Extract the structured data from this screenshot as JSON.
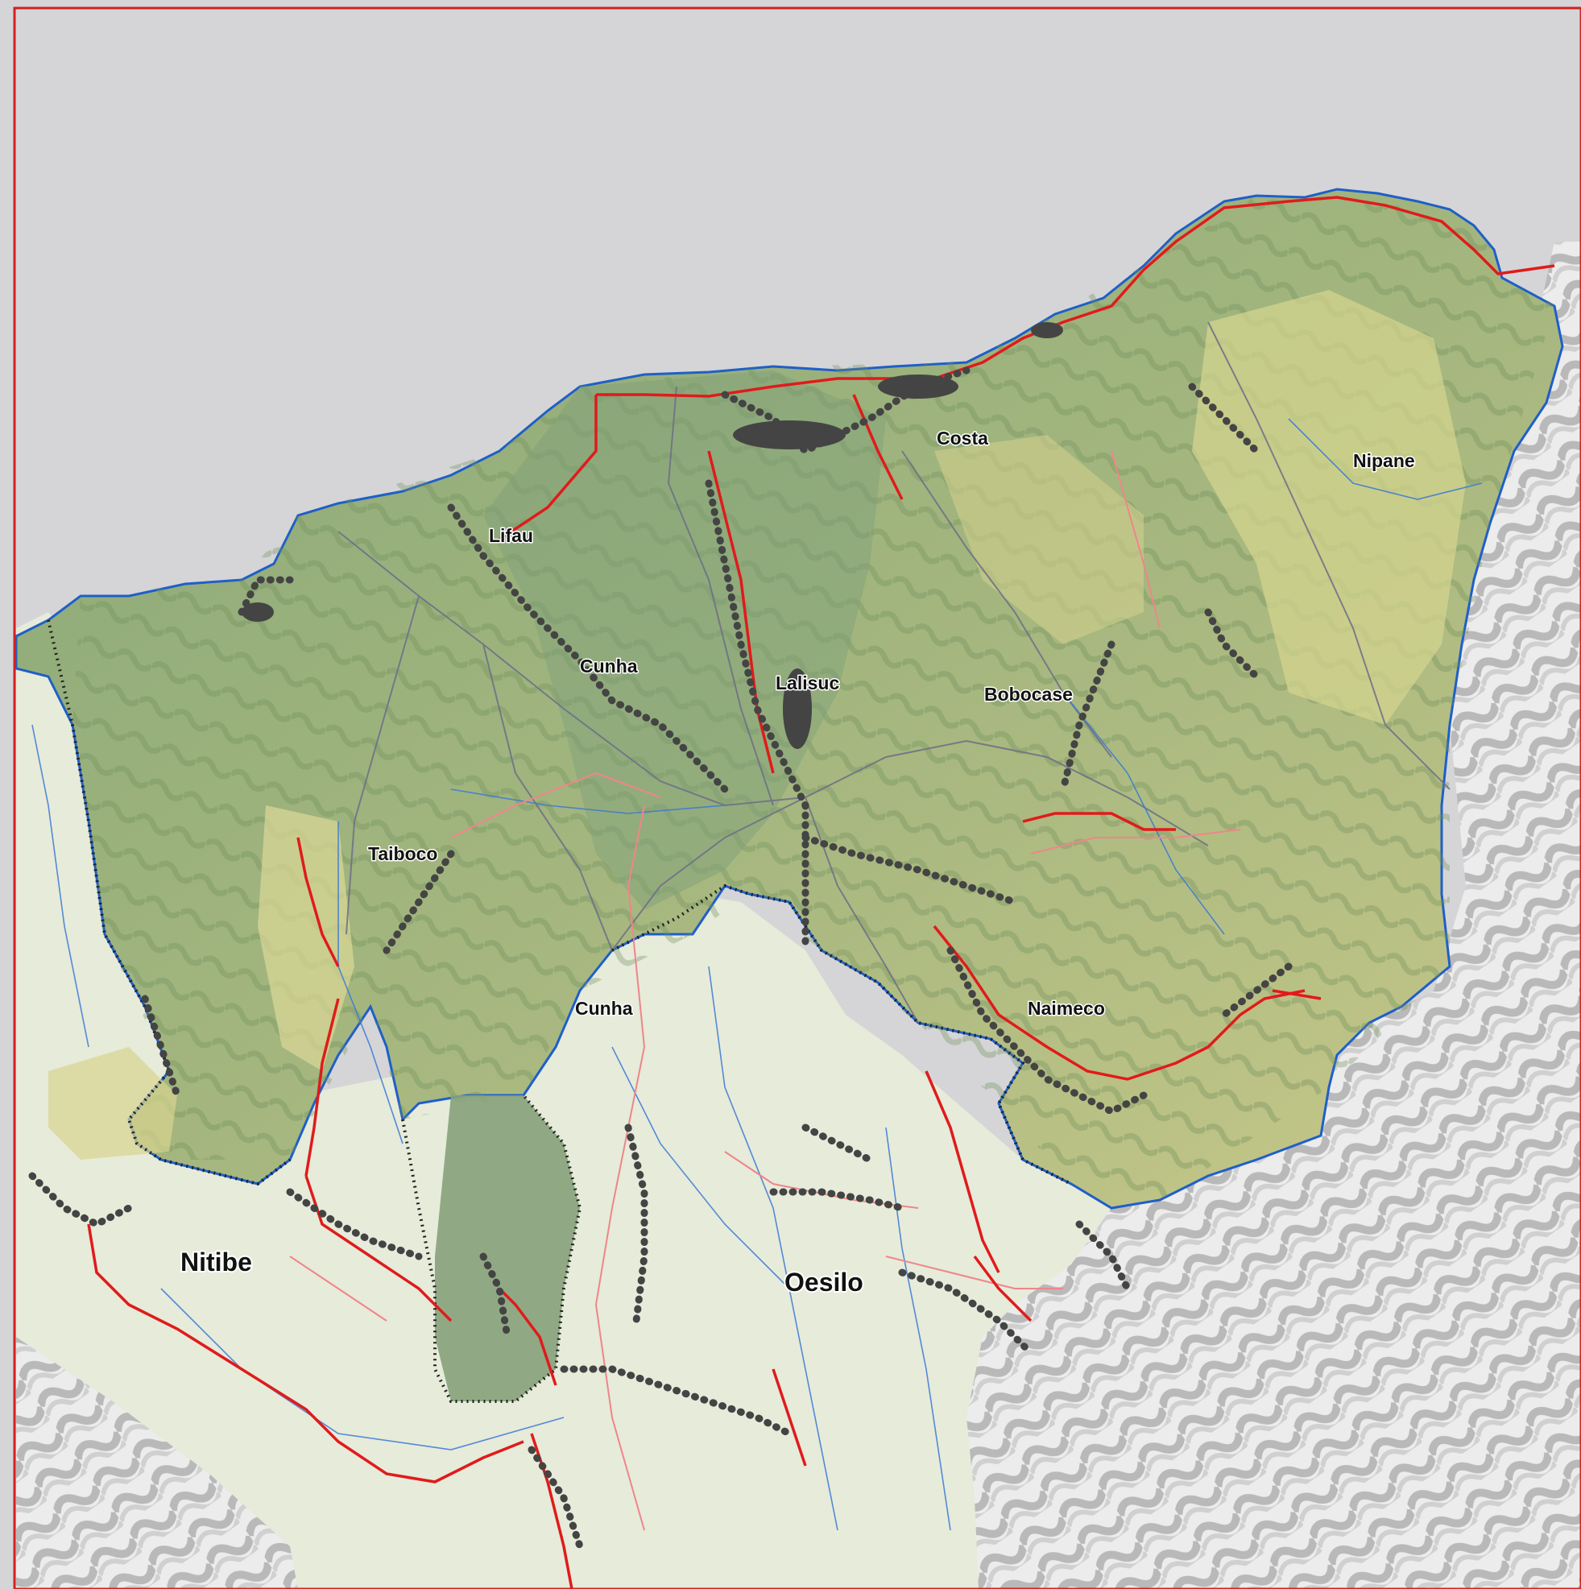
{
  "map": {
    "colors": {
      "sea": "#d5d5d7",
      "border_frame": "#d42020",
      "coastline": "#1f5fc8",
      "district_fill": "#8fae7a",
      "district_fill_light": "#cfd79a",
      "outside_fill": "#e7ecdc",
      "relief": "#9a9a9a",
      "main_road": "#e01b1b",
      "minor_road": "#f0858a",
      "river": "#3a78d6",
      "settlement": "#444444",
      "admin_boundary": "#6d6f86"
    },
    "labels": {
      "lifau": "Lifau",
      "costa": "Costa",
      "nipane": "Nipane",
      "cunha_north": "Cunha",
      "lalisuc": "Lalisuc",
      "bobocase": "Bobocase",
      "taiboco": "Taiboco",
      "cunha_south": "Cunha",
      "naimeco": "Naimeco",
      "nitibe": "Nitibe",
      "oesilo": "Oesilo"
    }
  }
}
